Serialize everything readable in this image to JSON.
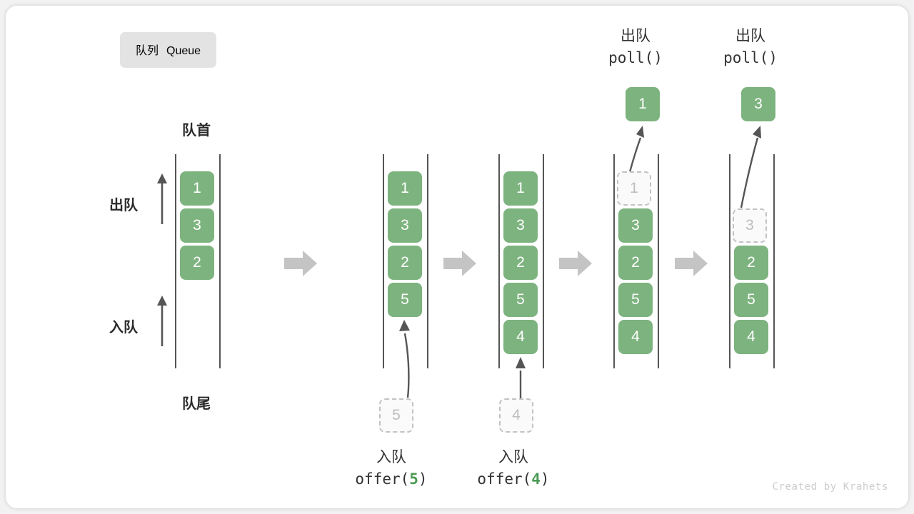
{
  "title": {
    "cn": "队列",
    "en": "Queue"
  },
  "labels": {
    "head": "队首",
    "tail": "队尾",
    "dequeue": "出队",
    "enqueue": "入队"
  },
  "watermark": "Created by Krahets",
  "colors": {
    "element_fill": "#7db37f",
    "element_text": "#ffffff",
    "ghost_border": "#c2c2c2",
    "ghost_text": "#bdbdbd",
    "rail": "#555555",
    "flow_arrow": "#c4c4c4",
    "badge_bg": "#e3e3e3",
    "accent_green": "#4a9a53",
    "watermark": "#cccccc"
  },
  "operations": {
    "offer5": {
      "cn": "入队",
      "fn": "offer(",
      "arg": "5",
      "close": ")"
    },
    "offer4": {
      "cn": "入队",
      "fn": "offer(",
      "arg": "4",
      "close": ")"
    },
    "poll1": {
      "cn": "出队",
      "code": "poll()"
    },
    "poll2": {
      "cn": "出队",
      "code": "poll()"
    }
  },
  "stages": [
    {
      "id": "stage-initial",
      "name": "initial-queue",
      "elements": [
        "1",
        "3",
        "2"
      ],
      "ghost_slot": null,
      "ghost_value": null,
      "incoming_value": null,
      "popped_value": null
    },
    {
      "id": "stage-after-offer-5",
      "name": "queue-after-offer-5",
      "elements": [
        "1",
        "3",
        "2",
        "5"
      ],
      "ghost_slot": null,
      "ghost_value": null,
      "incoming_value": "5",
      "popped_value": null
    },
    {
      "id": "stage-after-offer-4",
      "name": "queue-after-offer-4",
      "elements": [
        "1",
        "3",
        "2",
        "5",
        "4"
      ],
      "ghost_slot": null,
      "ghost_value": null,
      "incoming_value": "4",
      "popped_value": null
    },
    {
      "id": "stage-after-poll-1",
      "name": "queue-after-poll-1",
      "elements": [
        "3",
        "2",
        "5",
        "4"
      ],
      "ghost_slot": 0,
      "ghost_value": "1",
      "incoming_value": null,
      "popped_value": "1"
    },
    {
      "id": "stage-after-poll-3",
      "name": "queue-after-poll-3",
      "elements": [
        "2",
        "5",
        "4"
      ],
      "ghost_slot": 1,
      "ghost_value": "3",
      "incoming_value": null,
      "popped_value": "3"
    }
  ]
}
